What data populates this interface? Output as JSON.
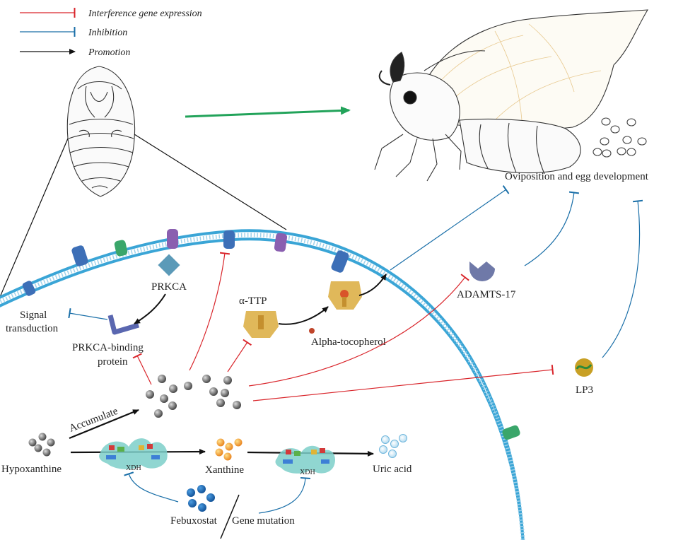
{
  "legend": {
    "interference": "Interference gene expression",
    "inhibition": "Inhibition",
    "promotion": "Promotion"
  },
  "labels": {
    "oviposition": "Oviposition and egg development",
    "adamts": "ADAMTS-17",
    "lp3": "LP3",
    "prkca": "PRKCA",
    "alpha_ttp": "α-TTP",
    "alpha_tocopherol": "Alpha-tocopherol",
    "signal_l1": "Signal",
    "signal_l2": "transduction",
    "prkca_bp_l1": "PRKCA-binding",
    "prkca_bp_l2": "protein",
    "accumulate": "Accumulate",
    "hypoxanthine": "Hypoxanthine",
    "xdh1": "XDH",
    "xdh2": "XDH",
    "xanthine": "Xanthine",
    "uric_acid": "Uric acid",
    "febuxostat": "Febuxostat",
    "gene_mutation": "Gene mutation"
  },
  "colors": {
    "interference": "#d9252b",
    "inhibition": "#1a6fa8",
    "promotion": "#111111",
    "transition": "#22a35a",
    "membrane": "#3aa5d6",
    "hypoxanthine": "#555555",
    "xanthine": "#f39a1e",
    "uric_acid": "#8fc9e6",
    "febuxostat": "#1565b3",
    "receptor_blue": "#3d6fb7",
    "receptor_purple": "#8a5fb0",
    "receptor_green": "#3aa66a",
    "adamts": "#6f79a8",
    "lp3": "#c8a025",
    "prkca": "#5b9ab8",
    "alpha_ttp": "#e0b85a"
  }
}
